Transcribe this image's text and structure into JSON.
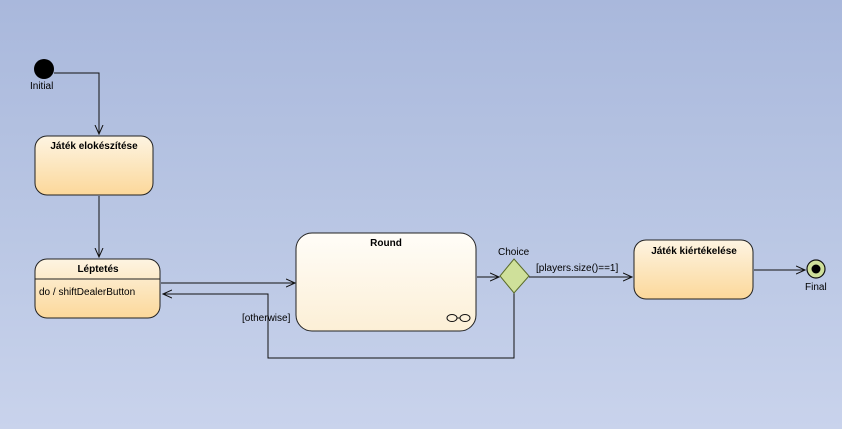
{
  "colors": {
    "state_fill_top": "#fdf4e2",
    "state_fill_bottom": "#fcd89a",
    "round_fill_top": "#fffdf8",
    "round_fill_bottom": "#fcefd6",
    "state_stroke": "#222222",
    "choice_fill": "#cfe09a",
    "choice_stroke": "#5a6b2a",
    "final_fill": "#cfe09a",
    "edge": "#111111",
    "background_top": "#a9b8dc",
    "background_bottom": "#c9d3ec"
  },
  "pseudostates": {
    "initial": {
      "label": "Initial",
      "icon": "filled-circle-icon"
    },
    "choice": {
      "label": "Choice",
      "icon": "diamond-icon"
    },
    "final": {
      "label": "Final",
      "icon": "bullseye-icon"
    }
  },
  "states": {
    "prepare": {
      "title": "Játék elokészítése"
    },
    "step": {
      "title": "Léptetés",
      "activity": "do / shiftDealerButton"
    },
    "round": {
      "title": "Round",
      "icon": "composite-state-icon"
    },
    "evaluate": {
      "title": "Játék kiértékelése"
    }
  },
  "transitions": {
    "choice_to_evaluate_guard": "[players.size()==1]",
    "choice_to_step_guard": "[otherwise]"
  }
}
